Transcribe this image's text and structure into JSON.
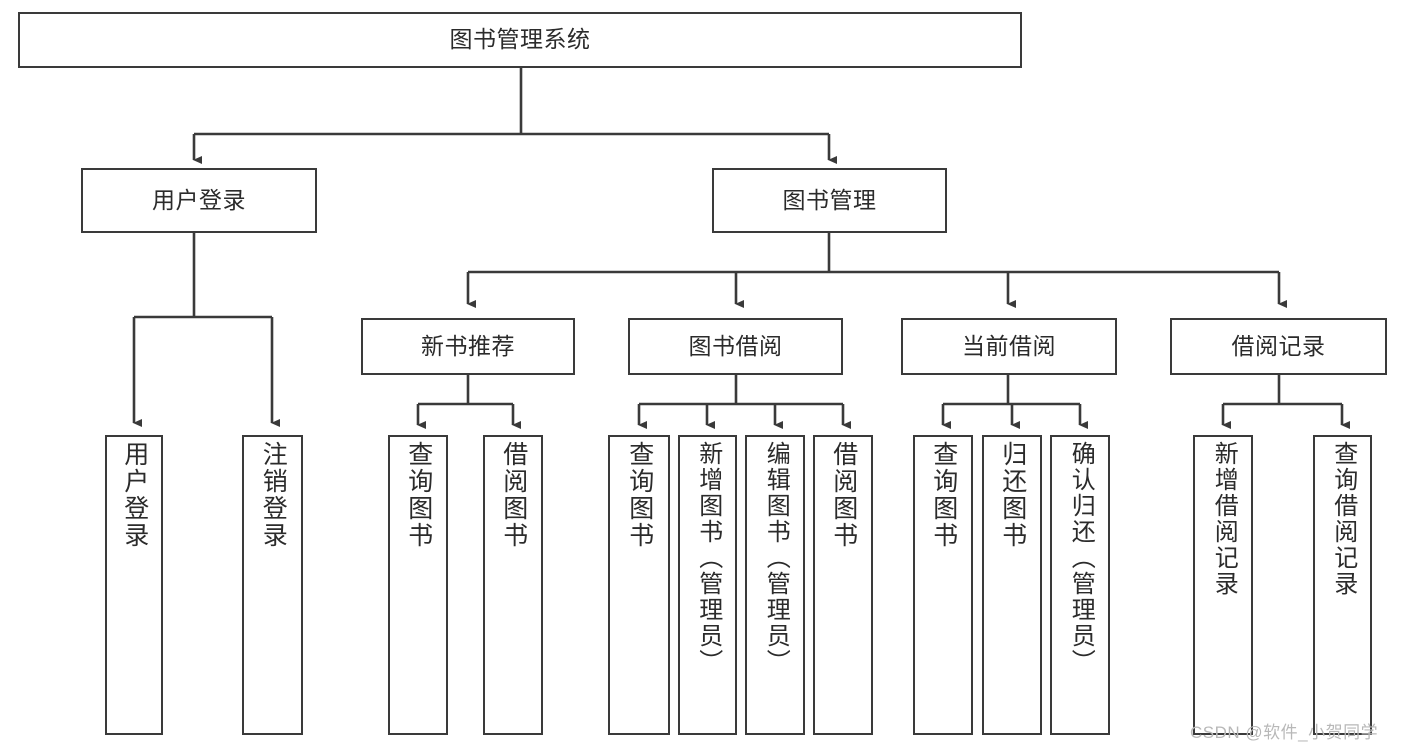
{
  "diagram": {
    "title": "图书管理系统",
    "type": "tree-hierarchy",
    "root": {
      "id": "root",
      "label": "图书管理系统"
    },
    "level2": [
      {
        "id": "user-login",
        "label": "用户登录"
      },
      {
        "id": "book-manage",
        "label": "图书管理"
      }
    ],
    "level3": [
      {
        "id": "new-book-recommend",
        "label": "新书推荐"
      },
      {
        "id": "book-borrow",
        "label": "图书借阅"
      },
      {
        "id": "current-borrow",
        "label": "当前借阅"
      },
      {
        "id": "borrow-record",
        "label": "借阅记录"
      }
    ],
    "leaves": {
      "user_login": [
        {
          "id": "leaf-user-login",
          "label": "用户登录"
        },
        {
          "id": "leaf-logout-login",
          "label": "注销登录"
        }
      ],
      "new_book_recommend": [
        {
          "id": "leaf-query-book-1",
          "label": "查询图书"
        },
        {
          "id": "leaf-borrow-book-1",
          "label": "借阅图书"
        }
      ],
      "book_borrow": [
        {
          "id": "leaf-query-book-2",
          "label": "查询图书"
        },
        {
          "id": "leaf-add-book",
          "label": "新增图书（管理员）"
        },
        {
          "id": "leaf-edit-book",
          "label": "编辑图书（管理员）"
        },
        {
          "id": "leaf-borrow-book-2",
          "label": "借阅图书"
        }
      ],
      "current_borrow": [
        {
          "id": "leaf-query-book-3",
          "label": "查询图书"
        },
        {
          "id": "leaf-return-book",
          "label": "归还图书"
        },
        {
          "id": "leaf-confirm-return",
          "label": "确认归还（管理员）"
        }
      ],
      "borrow_record": [
        {
          "id": "leaf-add-record",
          "label": "新增借阅记录"
        },
        {
          "id": "leaf-query-record",
          "label": "查询借阅记录"
        }
      ]
    }
  },
  "watermark": {
    "text": "CSDN @软件_小贺同学"
  },
  "colors": {
    "border": "#3a3a3a",
    "text": "#2b2b2b",
    "background": "#ffffff",
    "watermark": "#b8b8b8"
  }
}
